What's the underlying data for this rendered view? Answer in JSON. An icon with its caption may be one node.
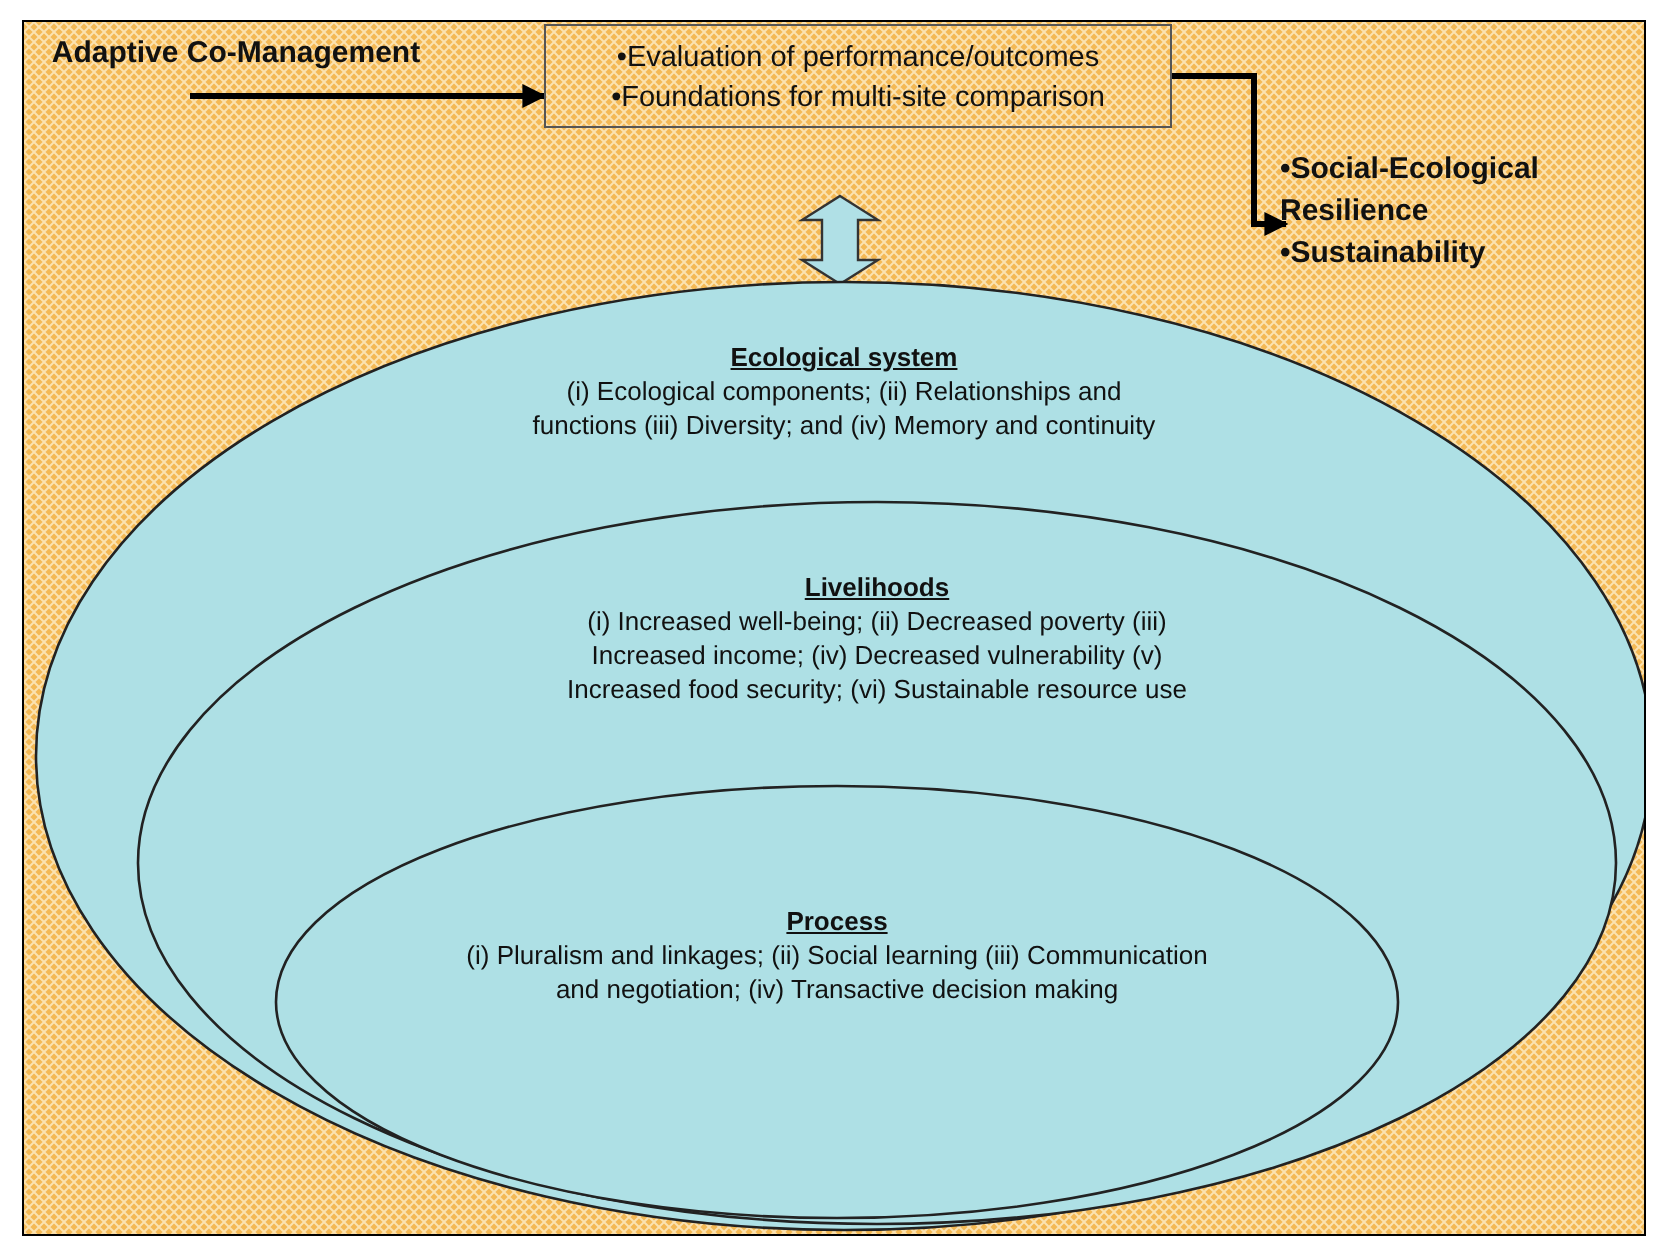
{
  "diagram": {
    "nodes": [
      {
        "text": [
          "Adaptive Co-Management"
        ]
      },
      {
        "text": [
          "•Evaluation of performance/outcomes",
          "•Foundations for multi-site comparison"
        ]
      },
      {
        "text": [
          "•Social-Ecological Resilience",
          "•Sustainability"
        ]
      },
      {
        "text": [
          "Ecological system",
          "(i) Ecological components; (ii) Relationships and functions (iii) Diversity; and (iv) Memory and continuity"
        ]
      },
      {
        "text": [
          "Livelihoods",
          "(i) Increased well-being; (ii) Decreased poverty (iii) Increased income; (iv) Decreased vulnerability (v) Increased food security; (vi) Sustainable resource use"
        ],
        "in": 3
      },
      {
        "text": [
          "Process",
          "(i) Pluralism and linkages; (ii) Social learning (iii) Communication and negotiation; (iv) Transactive decision making"
        ],
        "in": 4
      }
    ],
    "edges": [
      {
        "from": 0,
        "to": 1,
        "arrow": "to"
      },
      {
        "from": 1,
        "to": 2,
        "arrow": "to"
      },
      {
        "from": 1,
        "to": 3,
        "arrow": "both",
        "style": "thick",
        "color": "#b0e0e6"
      }
    ]
  }
}
